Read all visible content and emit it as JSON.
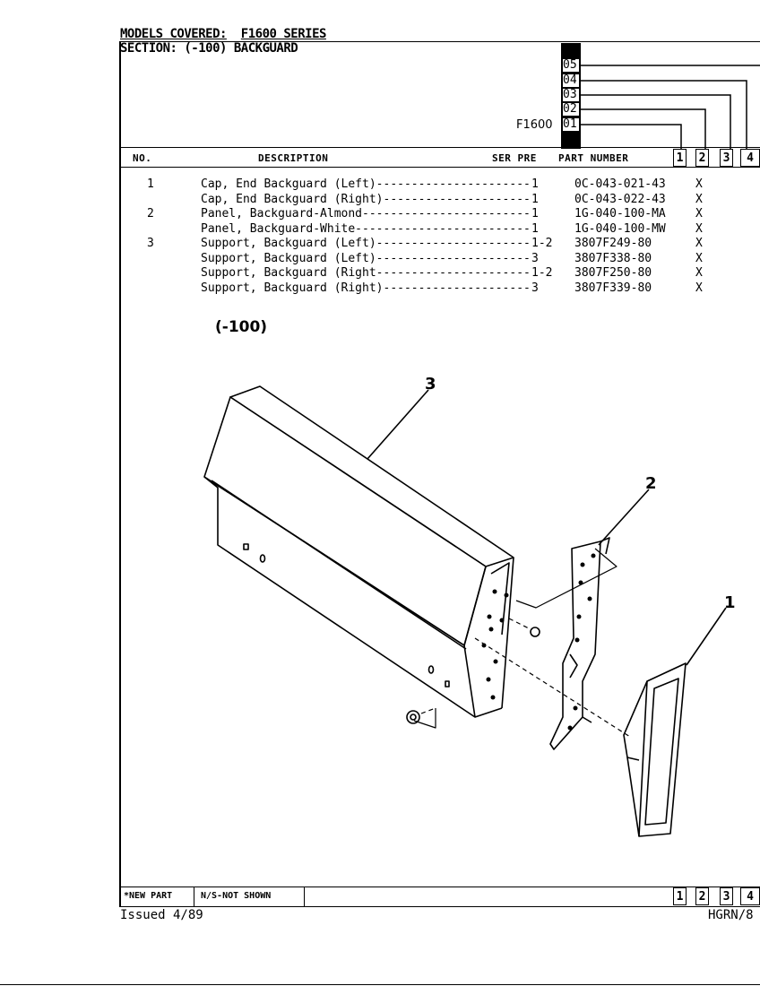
{
  "header": {
    "models_label": "MODELS COVERED:",
    "models_value": "F1600 SERIES",
    "section": "SECTION: (-100) BACKGUARD"
  },
  "models": {
    "codes": [
      "05",
      "04",
      "03",
      "02",
      "01"
    ],
    "model_name": "F1600"
  },
  "columns": {
    "no": "NO.",
    "description": "DESCRIPTION",
    "ser_pre": "SER PRE",
    "part_number": "PART NUMBER",
    "boxes": [
      "1",
      "2",
      "3",
      "4"
    ]
  },
  "parts": [
    {
      "no": "1",
      "desc": "Cap, End Backguard (Left)----------------------",
      "ser": "1",
      "part": "0C-043-021-43",
      "mark": "X"
    },
    {
      "no": "",
      "desc": "Cap, End Backguard (Right)---------------------",
      "ser": "1",
      "part": "0C-043-022-43",
      "mark": "X"
    },
    {
      "no": "2",
      "desc": "Panel, Backguard-Almond------------------------",
      "ser": "1",
      "part": "1G-040-100-MA",
      "mark": "X"
    },
    {
      "no": "",
      "desc": "Panel, Backguard-White-------------------------",
      "ser": "1",
      "part": "1G-040-100-MW",
      "mark": "X"
    },
    {
      "no": "3",
      "desc": "Support, Backguard (Left)----------------------",
      "ser": "1-2",
      "part": "3807F249-80",
      "mark": "X"
    },
    {
      "no": "",
      "desc": "Support, Backguard (Left)----------------------",
      "ser": "3",
      "part": "3807F338-80",
      "mark": "X"
    },
    {
      "no": "",
      "desc": "Support, Backguard (Right----------------------",
      "ser": "1-2",
      "part": "3807F250-80",
      "mark": "X"
    },
    {
      "no": "",
      "desc": "Support, Backguard (Right)---------------------",
      "ser": "3",
      "part": "3807F339-80",
      "mark": "X"
    }
  ],
  "diagram": {
    "label": "(-100)",
    "callouts": [
      "3",
      "2",
      "1"
    ]
  },
  "footer": {
    "new_part": "*NEW PART",
    "not_shown": "N/S-NOT SHOWN",
    "boxes": [
      "1",
      "2",
      "3",
      "4"
    ],
    "issued": "Issued 4/89",
    "code": "HGRN/8"
  }
}
